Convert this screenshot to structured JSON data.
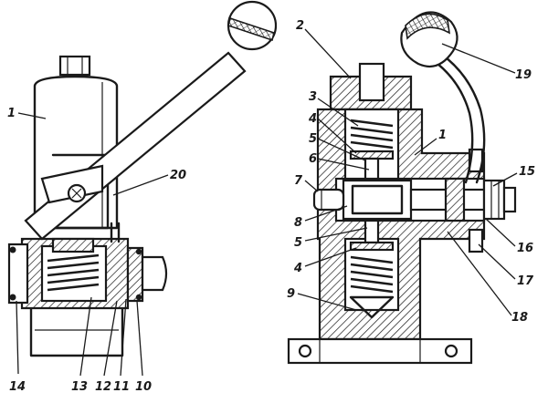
{
  "labels": {
    "left": {
      "l1": "1",
      "l20": "20",
      "l14": "14",
      "l13": "13",
      "l12": "12",
      "l11": "11",
      "l10": "10"
    },
    "right": {
      "l2": "2",
      "l3": "3",
      "l4a": "4",
      "l5a": "5",
      "l6": "6",
      "l1": "1",
      "l7": "7",
      "l8": "8",
      "l5b": "5",
      "l4b": "4",
      "l9": "9",
      "l19": "19",
      "l15": "15",
      "l16": "16",
      "l17": "17",
      "l18": "18"
    }
  }
}
